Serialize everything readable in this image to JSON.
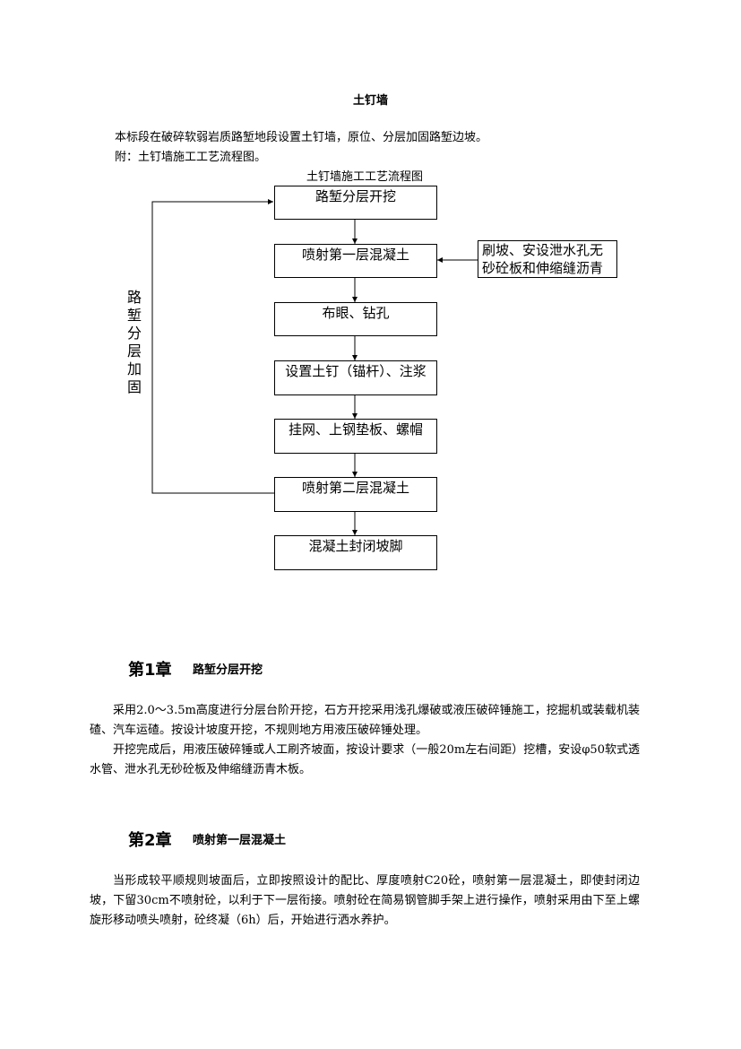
{
  "title": "土钉墙",
  "intro": {
    "line1": "本标段在破碎软弱岩质路堑地段设置土钉墙，原位、分层加固路堑边坡。",
    "line2": "附：土钉墙施工工艺流程图。"
  },
  "flowchart": {
    "caption": "土钉墙施工工艺流程图",
    "steps": [
      "路堑分层开挖",
      "喷射第一层混凝土",
      "布眼、钻孔",
      "设置土钉（锚杆）、注浆",
      "挂网、上钢垫板、螺帽",
      "喷射第二层混凝土",
      "混凝土封闭坡脚"
    ],
    "side_input": {
      "line1": "刷坡、安设泄水孔无",
      "line2": "砂砼板和伸缩缝沥青"
    },
    "loop_label": [
      "路",
      "堑",
      "分",
      "层",
      "加",
      "固"
    ]
  },
  "chapters": [
    {
      "number": "第1章",
      "name": "路堑分层开挖",
      "paragraphs": [
        "采用2.0～3.5m高度进行分层台阶开挖，石方开挖采用浅孔爆破或液压破碎锤施工，挖掘机或装载机装碴、汽车运碴。按设计坡度开挖，不规则地方用液压破碎锤处理。",
        "开挖完成后，用液压破碎锤或人工刷齐坡面，按设计要求（一般20m左右间距）挖槽，安设φ50软式透水管、泄水孔无砂砼板及伸缩缝沥青木板。"
      ]
    },
    {
      "number": "第2章",
      "name": "喷射第一层混凝土",
      "paragraphs": [
        "当形成较平顺规则坡面后，立即按照设计的配比、厚度喷射C20砼，喷射第一层混凝土，即使封闭边坡，下留30cm不喷射砼，以利于下一层衔接。喷射砼在简易钢管脚手架上进行操作，喷射采用由下至上螺旋形移动喷头喷射，砼终凝（6h）后，开始进行洒水养护。"
      ]
    }
  ]
}
